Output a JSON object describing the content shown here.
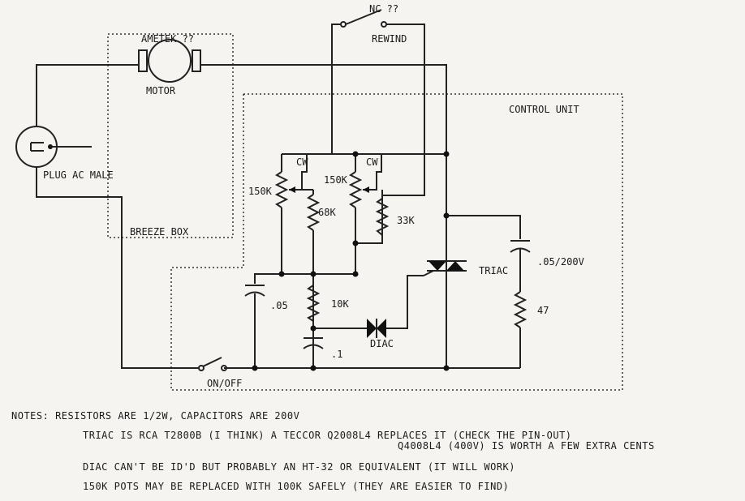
{
  "labels": {
    "switch_nc": "NC ??",
    "rewind": "REWIND",
    "motor_brand": "AMETEK ??",
    "motor": "MOTOR",
    "control_unit": "CONTROL UNIT",
    "plug": "PLUG AC MALE",
    "breeze_box": "BREEZE BOX",
    "pot1_value": "150K",
    "pot1_dir": "CW",
    "pot2_value": "150K",
    "pot2_dir": "CW",
    "r_68k": "68K",
    "r_33k": "33K",
    "triac": "TRIAC",
    "cap_snubber": ".05/200V",
    "r_47": "47",
    "cap_05": ".05",
    "r_10k": "10K",
    "diac": "DIAC",
    "cap_1": ".1",
    "on_off": "ON/OFF"
  },
  "notes": {
    "line1": "NOTES:  RESISTORS ARE 1/2W, CAPACITORS ARE 200V",
    "line2": "TRIAC IS RCA T2800B (I THINK) A TECCOR Q2008L4 REPLACES IT (CHECK THE PIN-OUT)",
    "line3": "Q4008L4 (400V) IS WORTH A FEW EXTRA CENTS",
    "line4": "DIAC CAN'T BE ID'D BUT PROBABLY AN HT-32 OR EQUIVALENT (IT WILL WORK)",
    "line5": "150K POTS MAY BE REPLACED WITH 100K SAFELY (THEY ARE EASIER TO FIND)"
  }
}
